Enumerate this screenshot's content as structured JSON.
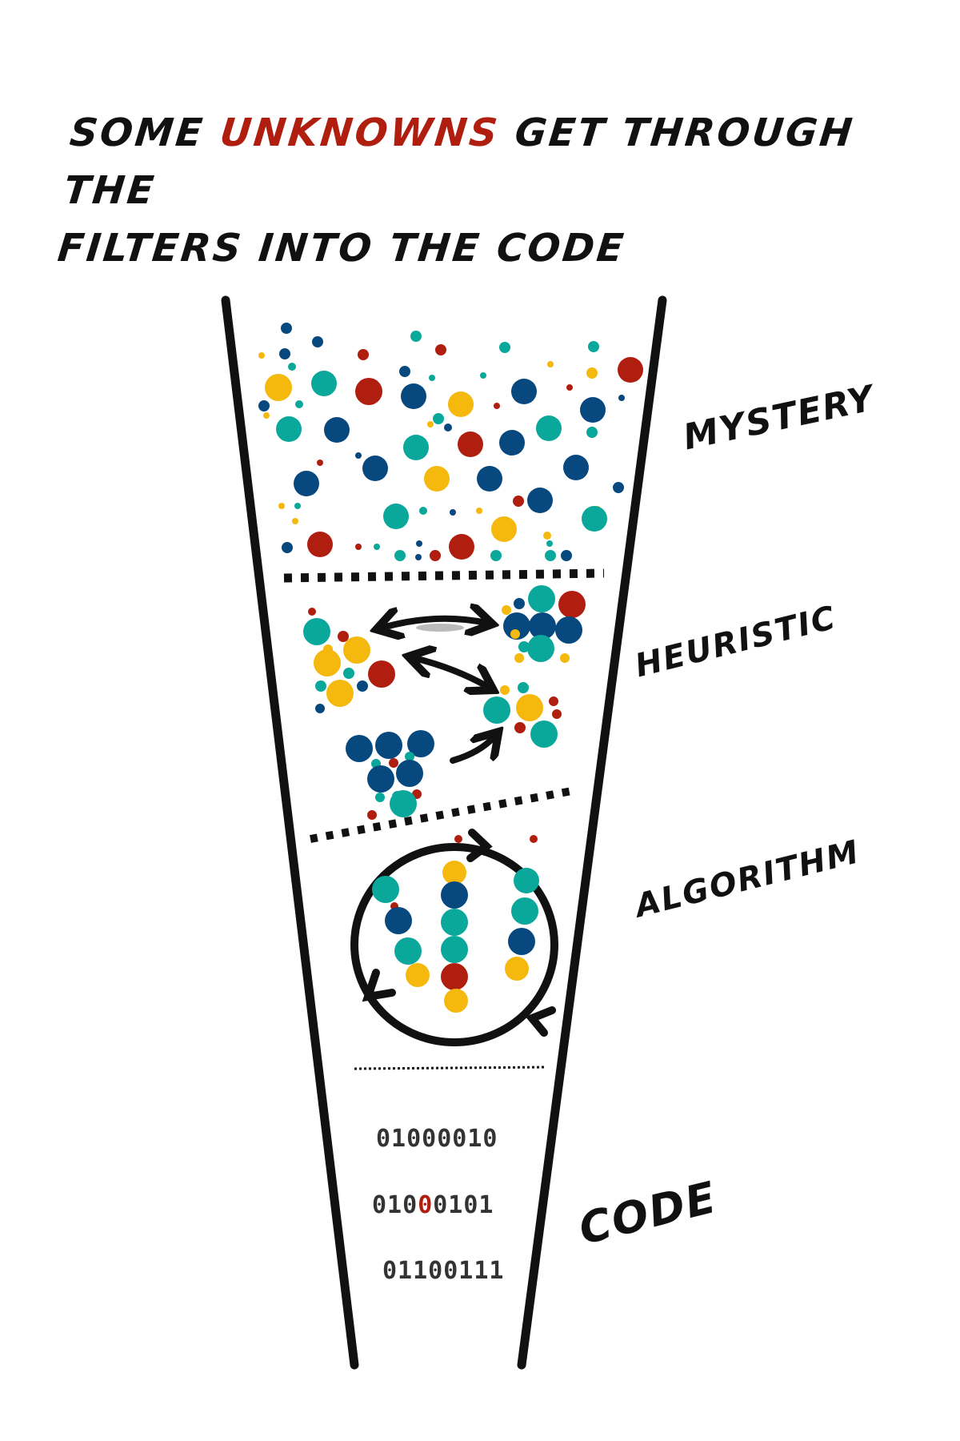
{
  "title": {
    "line1_pre": "SOME ",
    "highlight": "UNKNOWNS",
    "line1_post": " GET THROUGH THE",
    "line2": "FILTERS INTO THE CODE"
  },
  "stages": {
    "mystery": "MYSTERY",
    "heuristic": "HEURISTIC",
    "algorithm": "ALGORITHM",
    "code": "CODE"
  },
  "code_lines": {
    "line1": "01000010",
    "line2_pre": "010",
    "line2_hl": "0",
    "line2_post": "0101",
    "line3": "01100111"
  },
  "colors": {
    "red": "#b01e10",
    "blue": "#07487f",
    "teal": "#0aa89a",
    "yellow": "#f5b80c",
    "ink": "#111111"
  }
}
